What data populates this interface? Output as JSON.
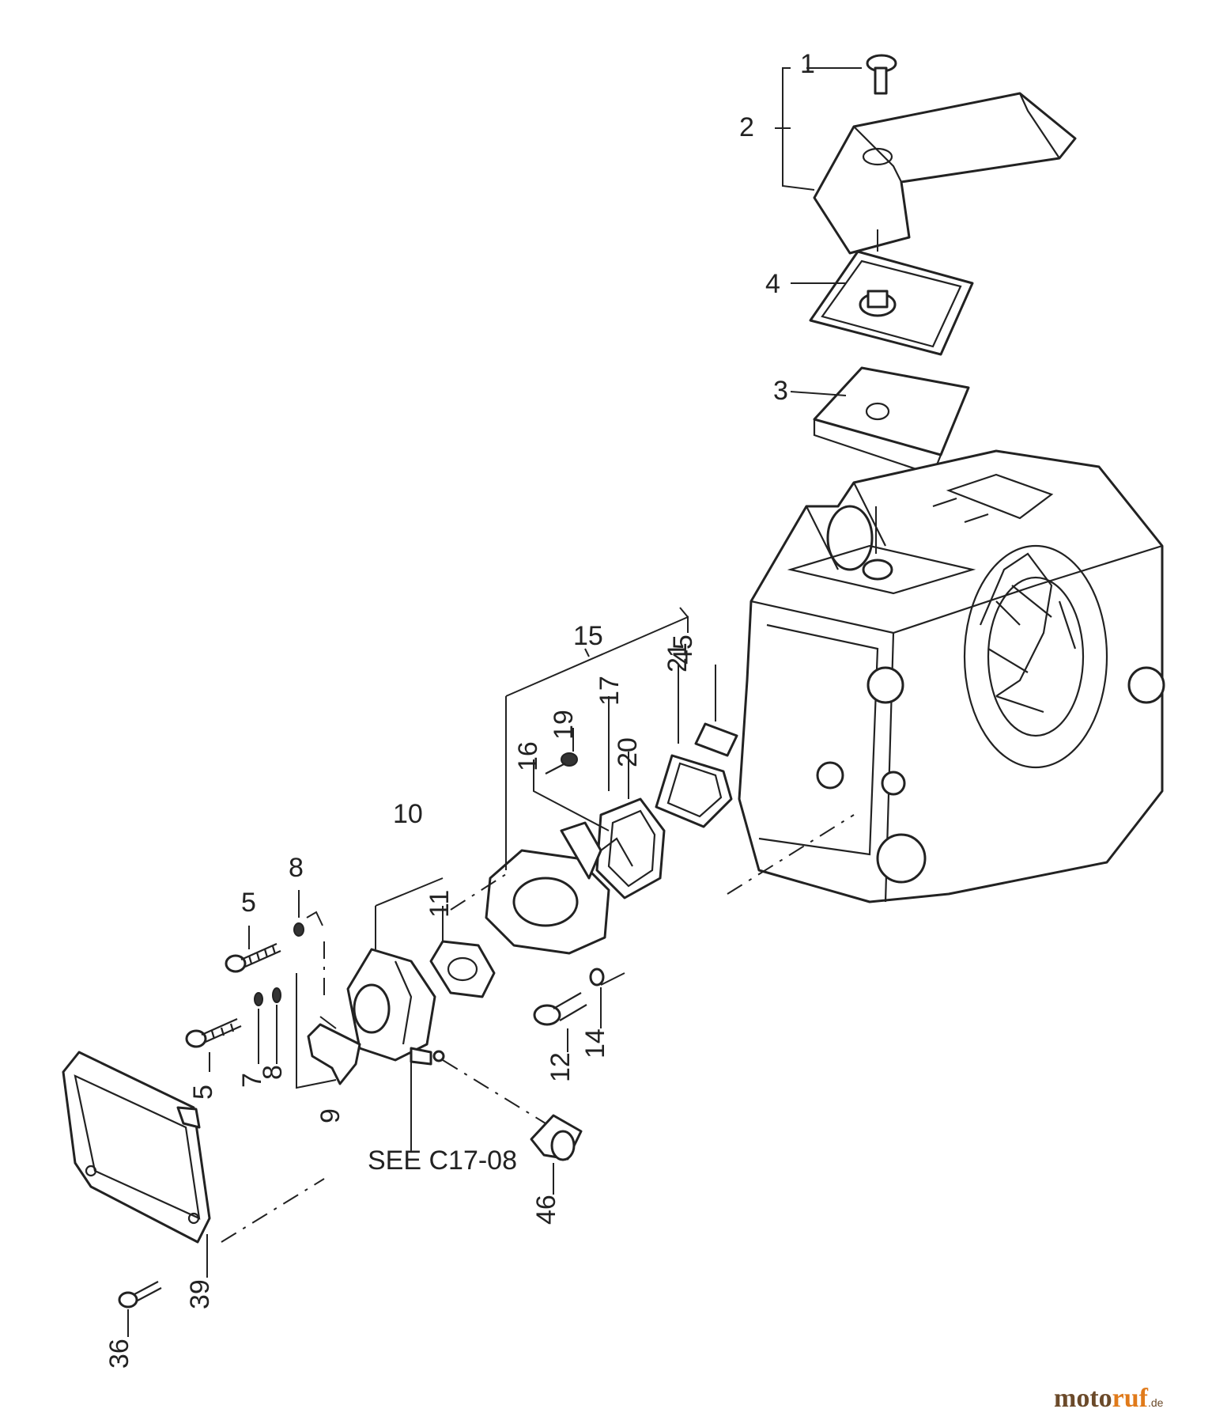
{
  "labels": {
    "p1": "1",
    "p2": "2",
    "p3": "3",
    "p4": "4",
    "p5a": "5",
    "p5b": "5",
    "p7": "7",
    "p8a": "8",
    "p8b": "8",
    "p9": "9",
    "p10": "10",
    "p11": "11",
    "p12": "12",
    "p14": "14",
    "p15": "15",
    "p16": "16",
    "p17": "17",
    "p19": "19",
    "p20": "20",
    "p21": "21",
    "p36": "36",
    "p39": "39",
    "p45": "45",
    "p46": "46",
    "see_ref": "SEE C17-08"
  },
  "watermark": {
    "left": "moto",
    "mid": "ruf",
    "suffix": ".de"
  }
}
